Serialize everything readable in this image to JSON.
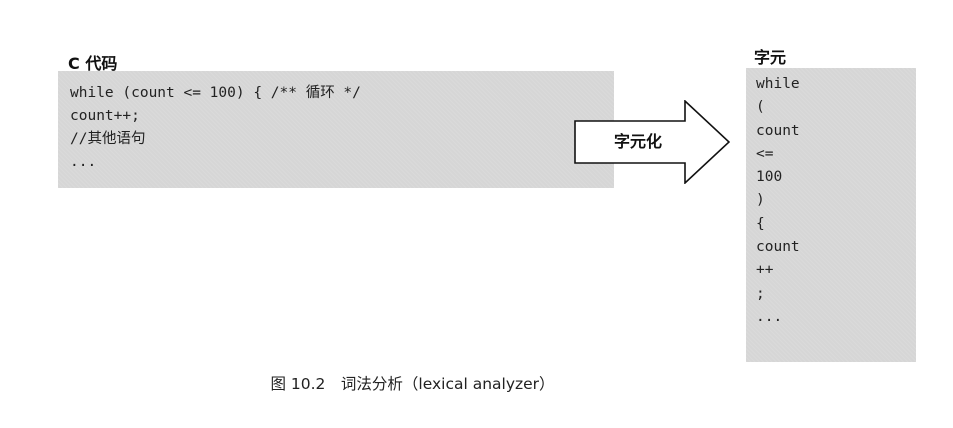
{
  "c_code_panel": {
    "title": "C 代码",
    "lines": [
      "while (count <= 100) { /** 循环 */",
      "count++;",
      "//其他语句",
      "..."
    ]
  },
  "token_panel": {
    "title": "字元",
    "tokens": [
      "while",
      "(",
      "count",
      "<=",
      "100",
      ")",
      "{",
      "count",
      "++",
      ";",
      "..."
    ]
  },
  "arrow": {
    "label": "字元化"
  },
  "caption": "图 10.2　词法分析（lexical analyzer）",
  "colors": {
    "panel_background": "#d6d6d6",
    "text": "#222222",
    "arrow_stroke": "#111111",
    "arrow_fill": "#ffffff"
  }
}
